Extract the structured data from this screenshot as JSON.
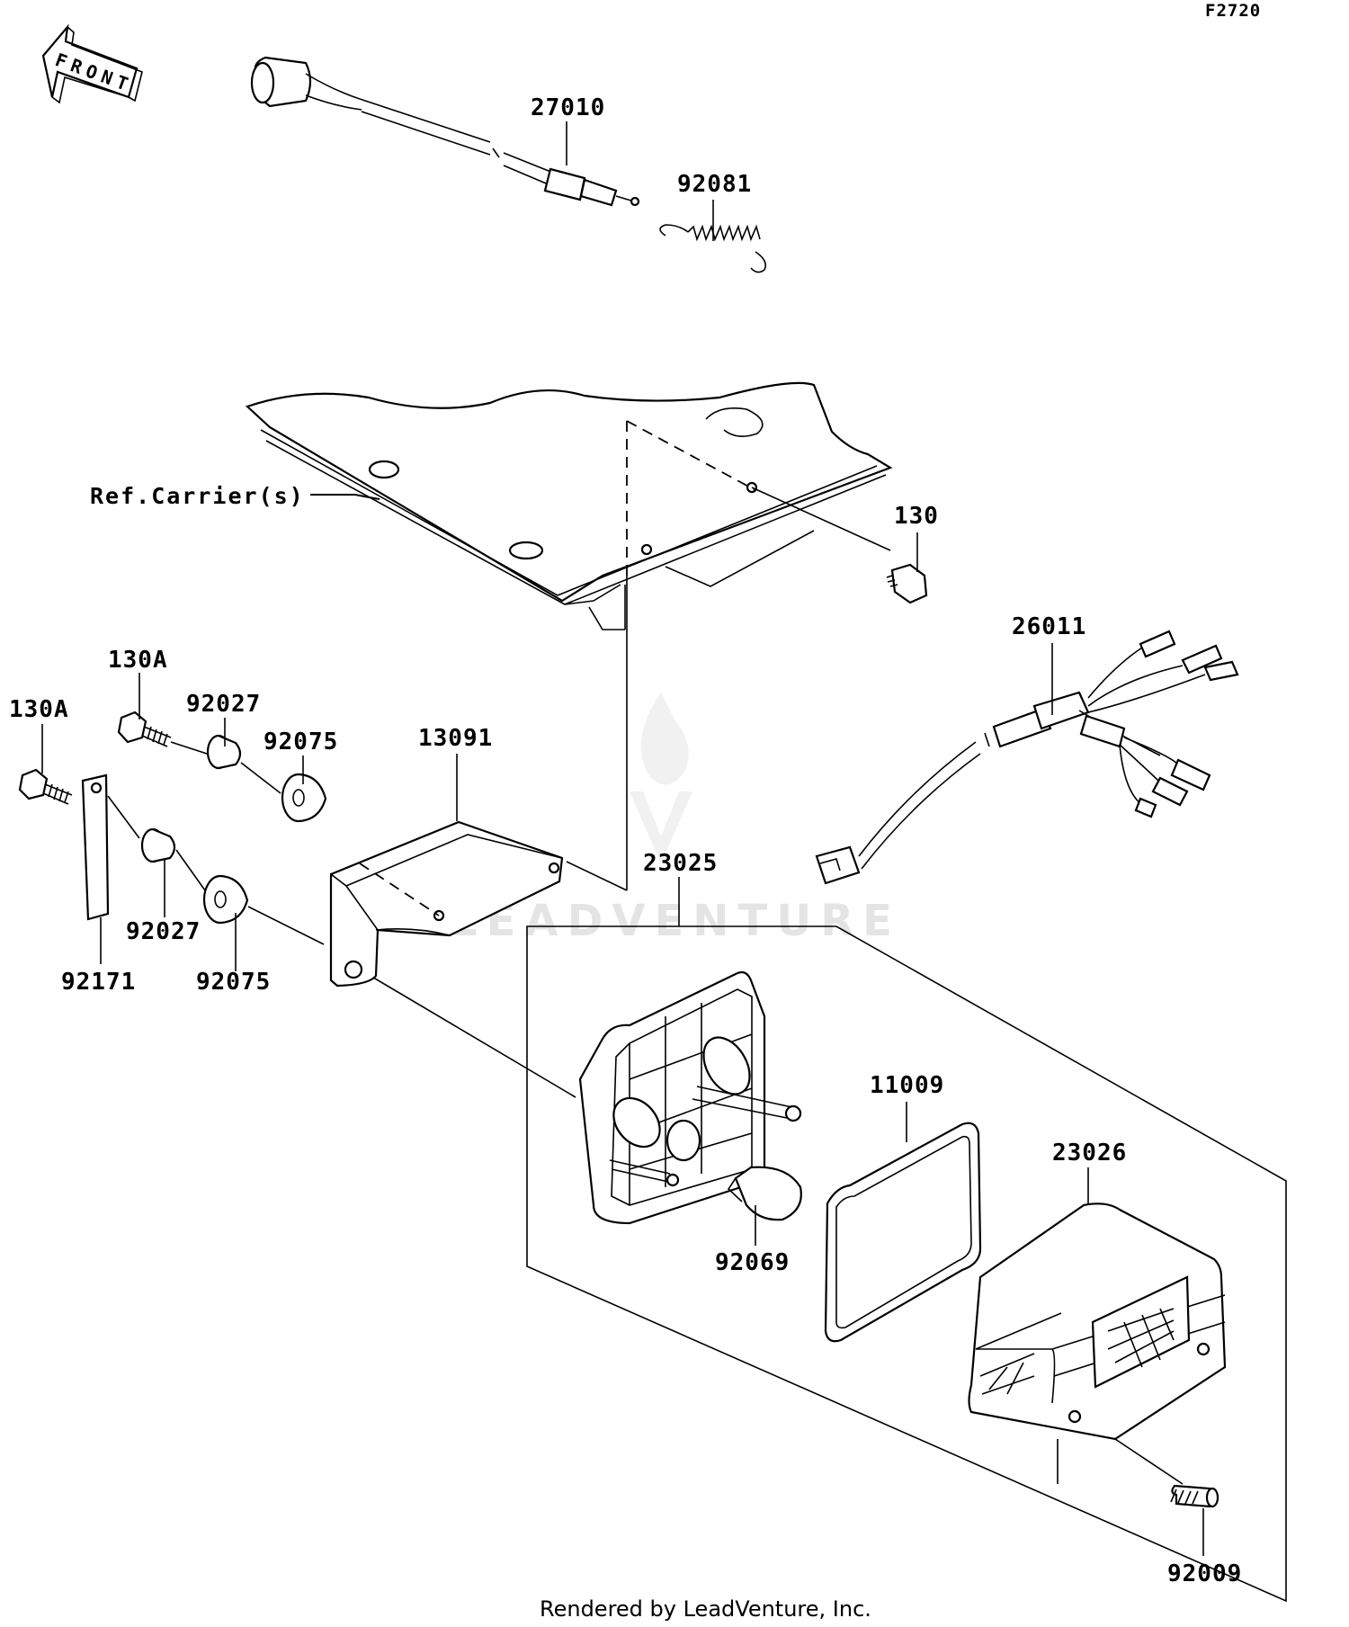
{
  "diagram_code": "F2720",
  "front_label": "FRONT",
  "reference_label": "Ref.Carrier(s)",
  "footer": "Rendered by LeadVenture, Inc.",
  "watermark": "LEADVENTURE",
  "callouts": [
    {
      "id": "27010",
      "text": "27010"
    },
    {
      "id": "92081",
      "text": "92081"
    },
    {
      "id": "130",
      "text": "130"
    },
    {
      "id": "26011",
      "text": "26011"
    },
    {
      "id": "130A-upper",
      "text": "130A"
    },
    {
      "id": "130A-lower",
      "text": "130A"
    },
    {
      "id": "92027-upper",
      "text": "92027"
    },
    {
      "id": "92075-upper",
      "text": "92075"
    },
    {
      "id": "13091",
      "text": "13091"
    },
    {
      "id": "92027-lower",
      "text": "92027"
    },
    {
      "id": "92075-lower",
      "text": "92075"
    },
    {
      "id": "92171",
      "text": "92171"
    },
    {
      "id": "23025",
      "text": "23025"
    },
    {
      "id": "11009",
      "text": "11009"
    },
    {
      "id": "23026",
      "text": "23026"
    },
    {
      "id": "92069",
      "text": "92069"
    },
    {
      "id": "92009",
      "text": "92009"
    }
  ]
}
